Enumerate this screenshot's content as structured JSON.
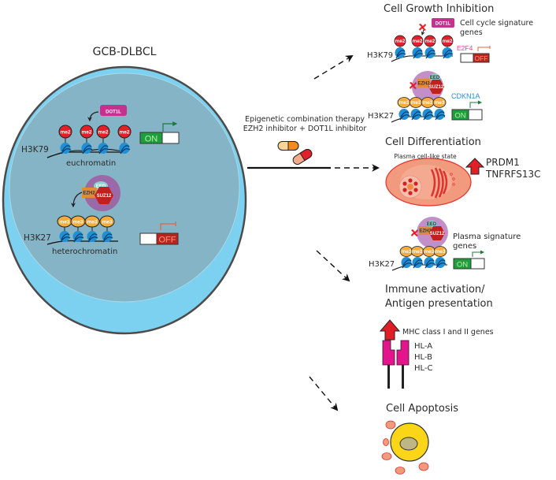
{
  "cell": {
    "title": "GCB-DLBCL",
    "h3k79": {
      "label": "H3K79",
      "enzyme": "DOT1L",
      "marks": [
        "me2",
        "me2",
        "me2",
        "me2"
      ],
      "chromatin_label": "euchromatin",
      "switch_state": "ON"
    },
    "h3k27": {
      "label": "H3K27",
      "complex": {
        "eed": "EED",
        "ezh2": "EZH2",
        "suz12": "SUZ12"
      },
      "marks": [
        "me3",
        "me3",
        "me3",
        "me3"
      ],
      "chromatin_label": "heterochromatin",
      "switch_state": "OFF"
    }
  },
  "therapy": {
    "line1": "Epigenetic combination therapy",
    "line2": "EZH2 inhibitor + DOT1L inhibitor"
  },
  "outcomes": {
    "growth": {
      "title": "Cell Growth Inhibition",
      "h3k79": {
        "label": "H3K79",
        "enzyme": "DOT1L",
        "marks": [
          "me2",
          "me2",
          "me2",
          "me2"
        ],
        "note_line1": "Cell cycle signature",
        "note_line2": "genes",
        "gene": "E2F4",
        "switch_state": "OFF"
      },
      "h3k27": {
        "label": "H3K27",
        "marks": [
          "me3",
          "me3",
          "me3",
          "me3"
        ],
        "gene": "CDKN1A",
        "switch_state": "ON"
      }
    },
    "differentiation": {
      "title": "Cell Differentiation",
      "state_label": "Plasma cell-like state",
      "genes": [
        "PRDM1",
        "TNFRFS13C"
      ],
      "h3k27": {
        "label": "H3K27",
        "marks": [
          "me3",
          "me3",
          "me3",
          "me3"
        ],
        "note_line1": "Plasma signature",
        "note_line2": "genes",
        "switch_state": "ON"
      }
    },
    "immune": {
      "title_line1": "Immune activation/",
      "title_line2": "Antigen presentation",
      "genes_label": "MHC class I and II genes",
      "hla": [
        "HL-A",
        "HL-B",
        "HL-C"
      ]
    },
    "apoptosis": {
      "title": "Cell Apoptosis"
    }
  },
  "colors": {
    "outer_cell": "#7dd1f0",
    "inner_cell": "#85b4c6",
    "me2": "#e3202a",
    "me3": "#f7ab3c",
    "dot1l": "#c4318e",
    "complex": "#9b68a8",
    "on": "#1d9e3f",
    "off": "#c0211d",
    "nucleosome": "#1f8fd6",
    "up_arrow": "#e11e26",
    "mhc": "#e4148c"
  }
}
